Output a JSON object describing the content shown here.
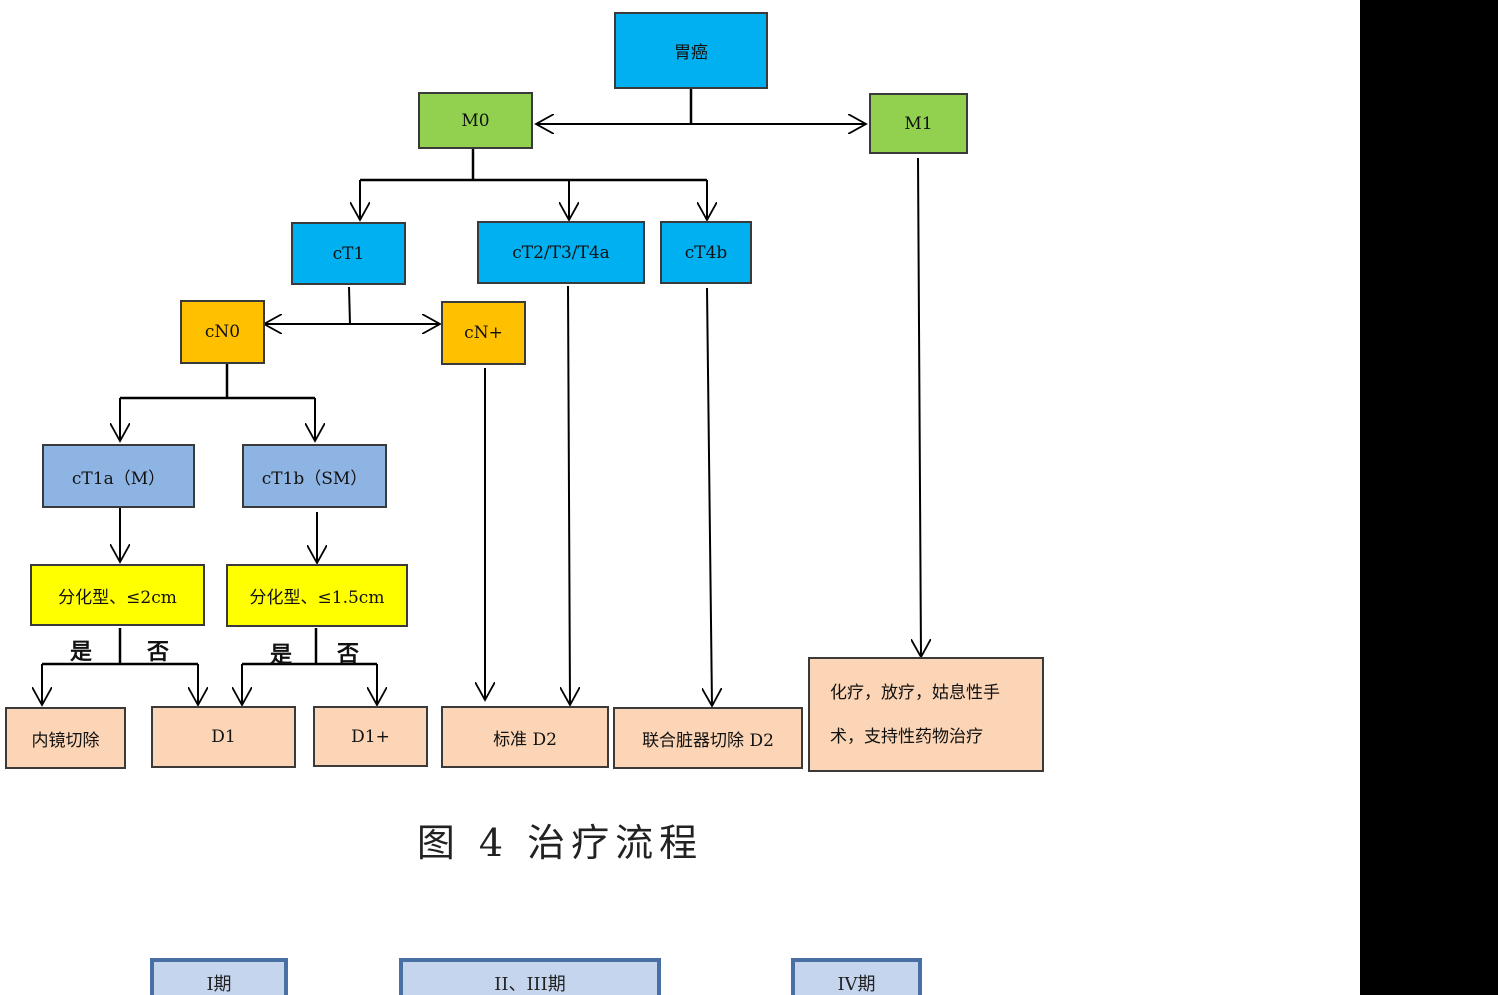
{
  "colors": {
    "root": "#00b0f0",
    "metastasis": "#92d050",
    "tstage": "#00b0f0",
    "nstage": "#ffc000",
    "subtype": "#8eb4e3",
    "criteria": "#ffff00",
    "treatment": "#fbd5b5"
  },
  "nodes": {
    "root": "胃癌",
    "m0": "M0",
    "m1": "M1",
    "ct1": "cT1",
    "ct2t3t4a": "cT2/T3/T4a",
    "ct4b": "cT4b",
    "cn0": "cN0",
    "cnplus": "cN+",
    "ct1a": "cT1a（M）",
    "ct1b": "cT1b（SM）",
    "crit_a": "分化型、≤2cm",
    "crit_b": "分化型、≤1.5cm",
    "endoscopic": "内镜切除",
    "d1": "D1",
    "d1plus": "D1+",
    "standard_d2": "标准 D2",
    "combined_d2": "联合脏器切除 D2",
    "palliative_line1": "化疗，放疗，姑息性手",
    "palliative_line2": "术，支持性药物治疗"
  },
  "branch_labels": {
    "yes_a": "是",
    "no_a": "否",
    "yes_b": "是",
    "no_b": "否"
  },
  "caption": "图 4 治疗流程",
  "stages": {
    "s1": "I期",
    "s2": "II、III期",
    "s3": "IV期"
  }
}
